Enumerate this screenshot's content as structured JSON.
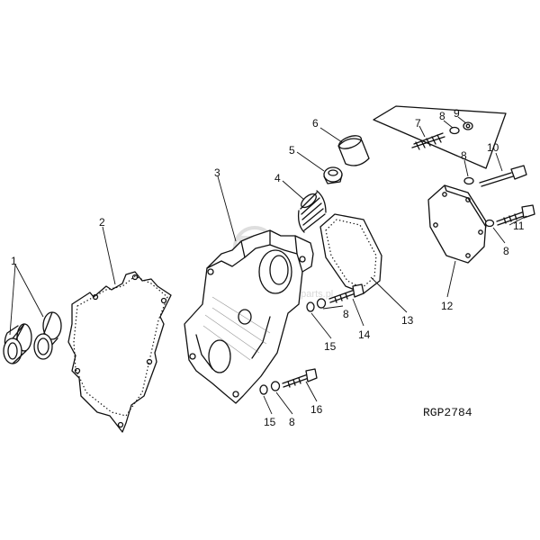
{
  "figure_code": "RGP2784",
  "watermark": "agrorsparts.pl",
  "parts": [
    {
      "id": "1",
      "label": "1"
    },
    {
      "id": "2",
      "label": "2"
    },
    {
      "id": "3",
      "label": "3"
    },
    {
      "id": "4",
      "label": "4"
    },
    {
      "id": "5",
      "label": "5"
    },
    {
      "id": "6",
      "label": "6"
    },
    {
      "id": "7",
      "label": "7"
    },
    {
      "id": "8a",
      "label": "8"
    },
    {
      "id": "9",
      "label": "9"
    },
    {
      "id": "10",
      "label": "10"
    },
    {
      "id": "8b",
      "label": "8"
    },
    {
      "id": "11",
      "label": "11"
    },
    {
      "id": "8c",
      "label": "8"
    },
    {
      "id": "12",
      "label": "12"
    },
    {
      "id": "13",
      "label": "13"
    },
    {
      "id": "14",
      "label": "14"
    },
    {
      "id": "8d",
      "label": "8"
    },
    {
      "id": "15a",
      "label": "15"
    },
    {
      "id": "15b",
      "label": "15"
    },
    {
      "id": "8e",
      "label": "8"
    },
    {
      "id": "16",
      "label": "16"
    }
  ]
}
